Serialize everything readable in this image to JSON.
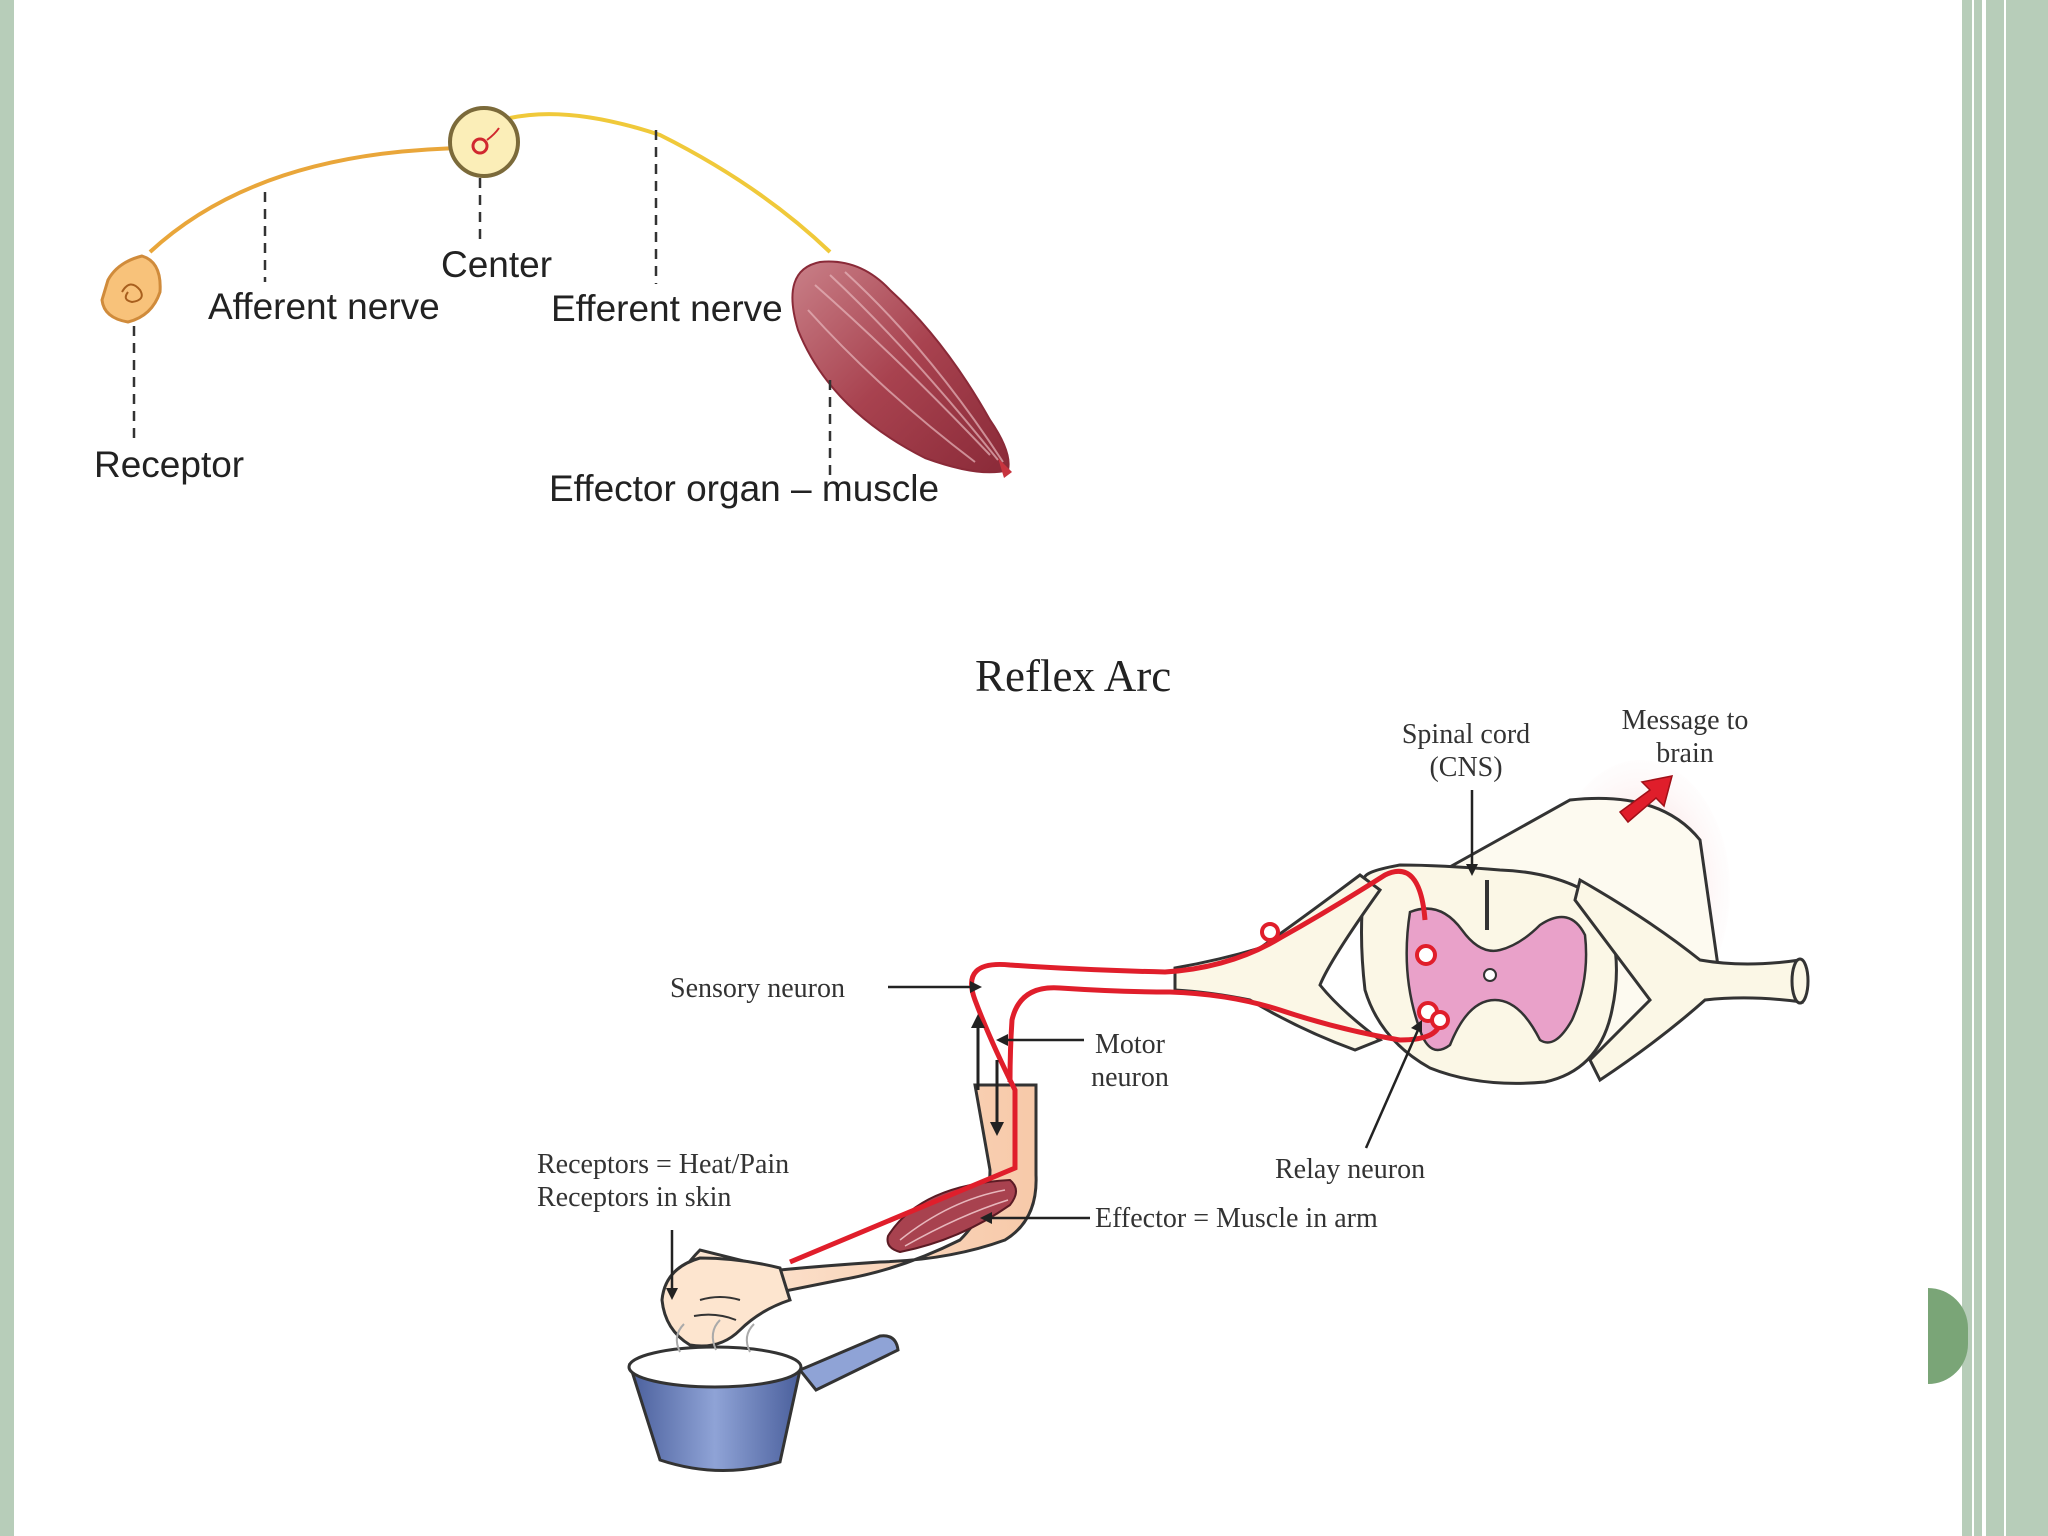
{
  "slide": {
    "frame_color": "#b7cdb9",
    "accent_tab_color": "#7aa577"
  },
  "simple_arc": {
    "labels": {
      "receptor": "Receptor",
      "afferent": "Afferent nerve",
      "center": "Center",
      "efferent": "Efferent nerve",
      "effector": "Effector organ – muscle"
    }
  },
  "reflex_arc": {
    "title": "Reflex Arc",
    "labels": {
      "spinal_cord_1": "Spinal cord",
      "spinal_cord_2": "(CNS)",
      "message_1": "Message to",
      "message_2": "brain",
      "sensory_neuron": "Sensory neuron",
      "motor_1": "Motor",
      "motor_2": "neuron",
      "receptors_1": "Receptors = Heat/Pain",
      "receptors_2": "Receptors in skin",
      "relay_neuron": "Relay neuron",
      "effector_arm": "Effector = Muscle in arm"
    },
    "colors": {
      "neuron": "#e01e2b",
      "grey_matter": "#e9a1c9",
      "cord": "#fbf7e6"
    }
  }
}
